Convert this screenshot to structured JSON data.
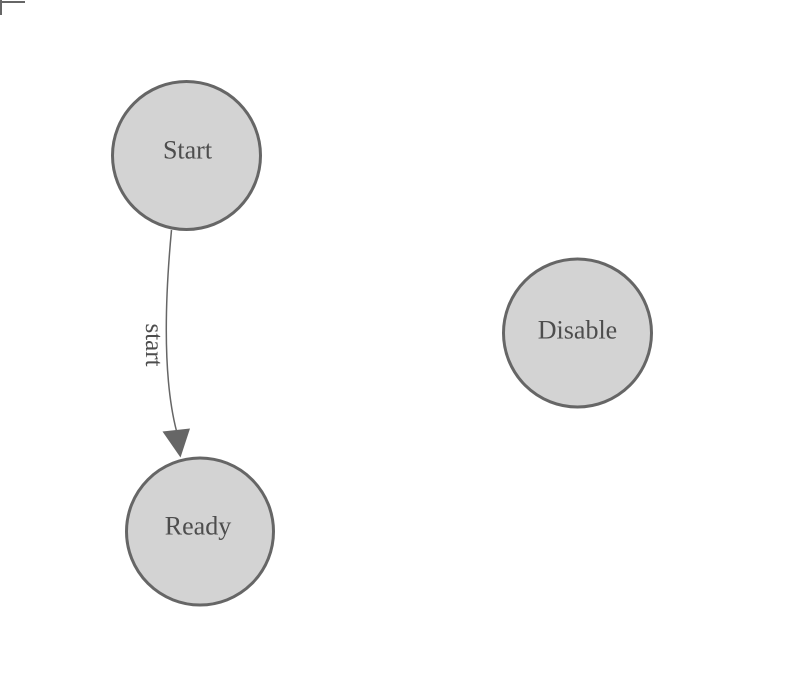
{
  "diagram": {
    "type": "state-machine",
    "background_color": "#ffffff",
    "nodes": [
      {
        "id": "start",
        "label": "Start"
      },
      {
        "id": "ready",
        "label": "Ready"
      },
      {
        "id": "disable",
        "label": "Disable"
      }
    ],
    "edges": [
      {
        "from": "start",
        "to": "ready",
        "label": "start"
      }
    ],
    "colors": {
      "node_fill": "#d3d3d3",
      "node_stroke": "#666666",
      "node_text": "#4d4d4d",
      "edge_stroke": "#666666",
      "edge_arrowhead": "#666666",
      "edge_label_text": "#4d4d4d",
      "corner_mark": "#666666"
    }
  }
}
